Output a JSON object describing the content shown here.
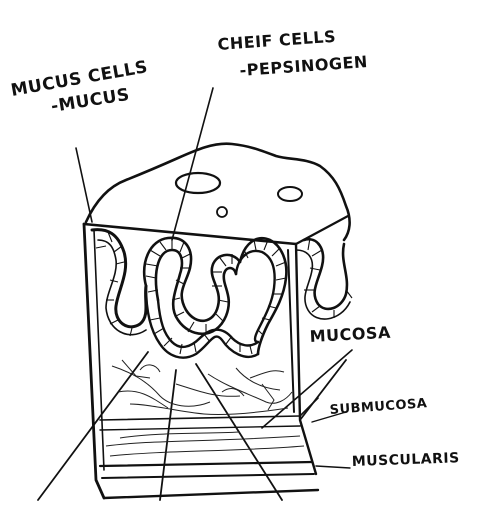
{
  "labels": {
    "mucus_cells_line1": "MUCUS CELLS",
    "mucus_cells_line2": "-MUCUS",
    "chief_cells_line1": "CHEIF CELLS",
    "chief_cells_line2": "-PEPSINOGEN",
    "mucosa": "MUCOSA",
    "submucosa": "SUBMUCOSA",
    "muscularis": "MUSCULARIS"
  },
  "colors": {
    "ink": "#111111",
    "paper": "#ffffff"
  }
}
